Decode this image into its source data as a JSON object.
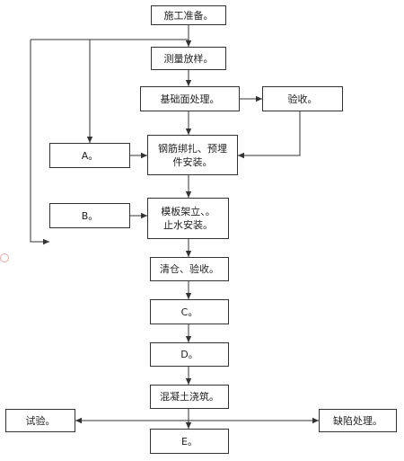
{
  "boxes": {
    "prep": "施工准备。",
    "survey": "测量放样。",
    "base": "基础面处理。",
    "accept1": "验收。",
    "a": "A。",
    "rebar": "钢筋绑扎、预埋\n件安装。",
    "b": "B。",
    "formwork": "模板架立、。\n止水安装。",
    "clean": "清仓、验收。",
    "c": "C。",
    "d": "D。",
    "pour": "混凝土浇筑。",
    "test": "试验。",
    "defect": "缺陷处理。",
    "e": "E。"
  }
}
